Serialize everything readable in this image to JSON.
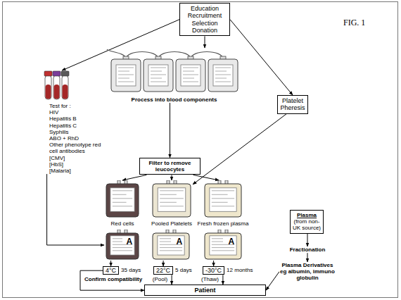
{
  "diagram": {
    "nodes": [
      {
        "text": [
          "Education Recruitment Selection Donation"
        ]
      },
      {
        "text": [
          "Test for :",
          "HIV",
          "Hepatitis B",
          "Hepatitis C",
          "Syphilis",
          "ABO + RhD",
          "Other phenotype red cell antibodies",
          "[CMV]",
          "[HbS]",
          "[Malaria]"
        ]
      },
      {
        "text": [
          "Process into blood components"
        ]
      },
      {
        "text": [
          "Platelet Pheresis"
        ]
      },
      {
        "text": [
          "Filter to remove leucocytes"
        ]
      },
      {
        "text": [
          "Red cells"
        ]
      },
      {
        "text": [
          "Pooled Platelets"
        ]
      },
      {
        "text": [
          "Fresh frozen plasma"
        ]
      },
      {
        "text": [
          "Plasma",
          "(from non-UK source)"
        ]
      },
      {
        "text": [
          "A"
        ]
      },
      {
        "text": [
          "A"
        ]
      },
      {
        "text": [
          "A"
        ]
      },
      {
        "text": [
          "4°C"
        ]
      },
      {
        "text": [
          "22°C"
        ]
      },
      {
        "text": [
          "-30°C"
        ]
      },
      {
        "text": [
          "Fractionation"
        ]
      },
      {
        "text": [
          "Plasma Derivatives eg albumin, immuno globulin"
        ]
      },
      {
        "text": [
          "Patient"
        ]
      }
    ],
    "edges": [
      {
        "from": 0,
        "to": 1,
        "arrow": "to"
      },
      {
        "from": 0,
        "to": 2,
        "arrow": "to"
      },
      {
        "from": 0,
        "to": 3,
        "arrow": "to"
      },
      {
        "from": 2,
        "to": 4,
        "arrow": "to"
      },
      {
        "from": 4,
        "to": 5,
        "arrow": "to"
      },
      {
        "from": 4,
        "to": 6,
        "arrow": "to"
      },
      {
        "from": 4,
        "to": 7,
        "arrow": "to"
      },
      {
        "from": 3,
        "to": 6,
        "arrow": "to"
      },
      {
        "from": 1,
        "to": 9,
        "arrow": "to"
      },
      {
        "from": 9,
        "to": 12,
        "arrow": "to"
      },
      {
        "from": 10,
        "to": 13,
        "arrow": "to"
      },
      {
        "from": 11,
        "to": 14,
        "arrow": "to"
      },
      {
        "from": 12,
        "to": 17,
        "arrow": "to"
      },
      {
        "from": 13,
        "to": 17,
        "arrow": "to"
      },
      {
        "from": 14,
        "to": 17,
        "arrow": "to"
      },
      {
        "from": 8,
        "to": 15,
        "arrow": "to"
      },
      {
        "from": 15,
        "to": 16,
        "arrow": "to"
      },
      {
        "from": 16,
        "to": 17,
        "arrow": "to"
      }
    ],
    "labels": [
      "FIG. 1",
      "35 days",
      "5 days",
      "12 months",
      "Confirm compatibility",
      "(Pool)",
      "(Thaw)"
    ]
  }
}
